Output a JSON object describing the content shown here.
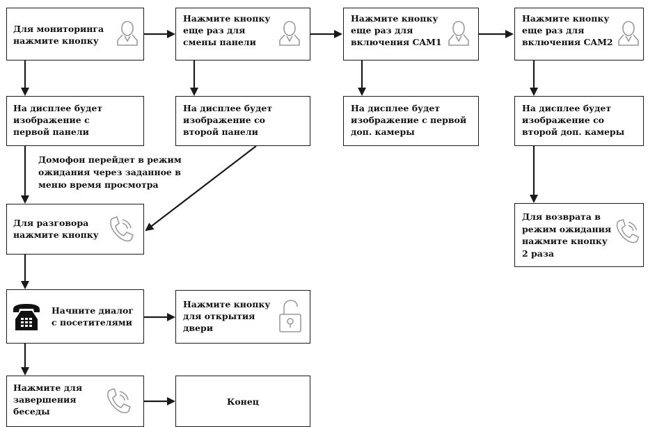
{
  "nodes": {
    "monitor": {
      "lines": [
        "Для мониторинга",
        "нажмите кнопку"
      ]
    },
    "press_switch": {
      "lines": [
        "Нажмите кнопку",
        "еще раз для",
        "смены панели"
      ]
    },
    "press_cam1": {
      "lines": [
        "Нажмите кнопку",
        "еще раз для",
        "включения CAM1"
      ]
    },
    "press_cam2": {
      "lines": [
        "Нажмите кнопку",
        "еще раз для",
        "включения CAM2"
      ]
    },
    "display_first": {
      "lines": [
        "На дисплее будет",
        "изображение с",
        "первой панели"
      ]
    },
    "display_second": {
      "lines": [
        "На дисплее будет",
        "изображение со",
        "второй панели"
      ]
    },
    "display_cam1": {
      "lines": [
        "На дисплее будет",
        "изображение с первой",
        "доп. камеры"
      ]
    },
    "display_cam2": {
      "lines": [
        "На дисплее будет",
        "изображение со",
        "второй доп. камеры"
      ]
    },
    "talk": {
      "lines": [
        "Для разговора",
        "нажмите кнопку"
      ]
    },
    "return_standby": {
      "lines": [
        "Для возврата в",
        "режим ожидания",
        "нажмите кнопку",
        "2 раза"
      ]
    },
    "dialog": {
      "lines": [
        "Начните диалог",
        "с посетителями"
      ]
    },
    "open_door": {
      "lines": [
        "Нажмите кнопку",
        "для открытия",
        "двери"
      ]
    },
    "end_call": {
      "lines": [
        "Нажмите для",
        "завершения",
        "беседы"
      ]
    },
    "end": {
      "lines": [
        "Конец"
      ]
    }
  },
  "note": {
    "lines": [
      "Домофон перейдет в режим",
      "ожидания  через заданное в",
      "меню время просмотра"
    ]
  },
  "icons": {
    "user": "user-icon",
    "handset": "handset-icon",
    "phone": "telephone-icon",
    "lock": "unlock-icon"
  }
}
